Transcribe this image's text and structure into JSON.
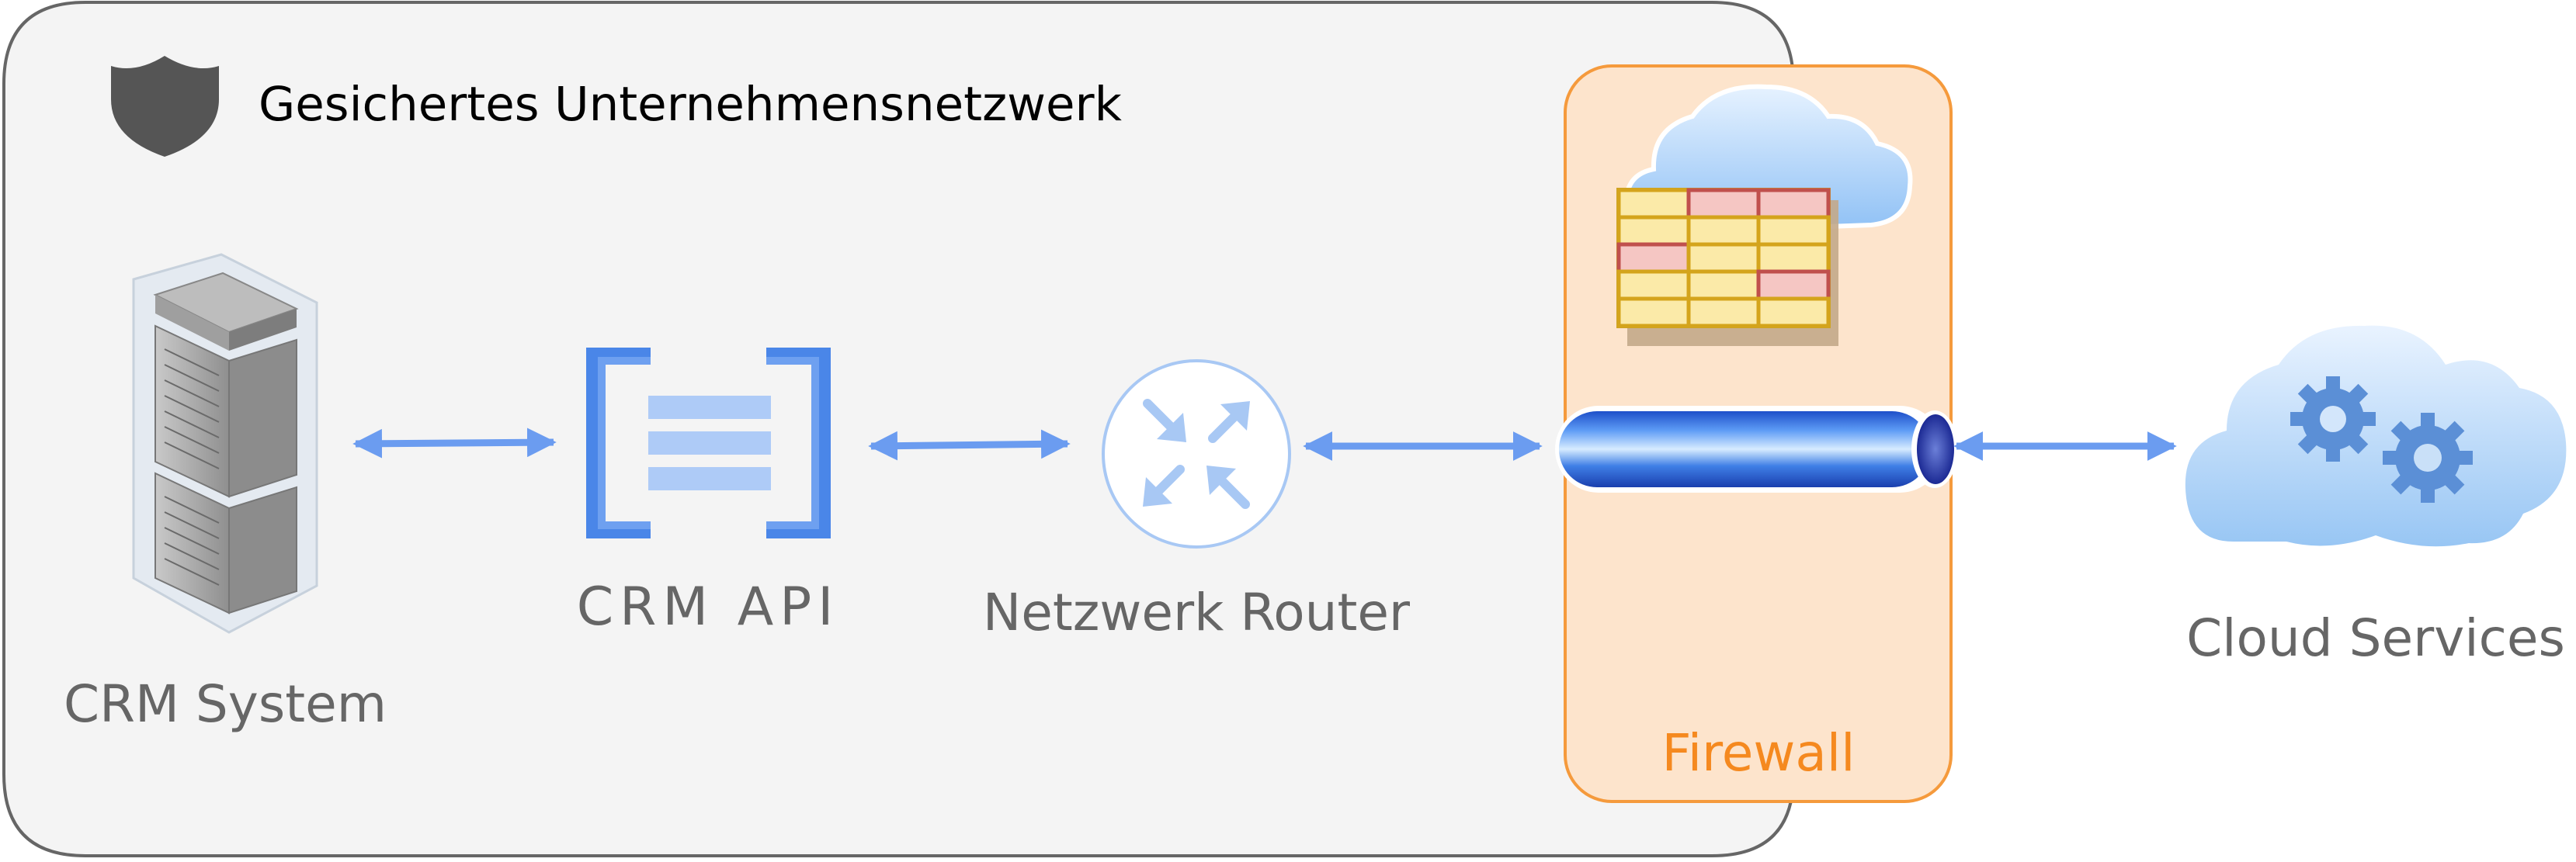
{
  "zone": {
    "title": "Gesichertes Unternehmensnetzwerk",
    "icon": "shield-icon"
  },
  "nodes": {
    "crm_system": {
      "label": "CRM System",
      "icon": "server-rack-icon"
    },
    "crm_api": {
      "label": "CRM API",
      "icon": "api-brackets-icon"
    },
    "router": {
      "label": "Netzwerk Router",
      "icon": "router-icon"
    },
    "firewall": {
      "label": "Firewall",
      "icon": "firewall-table-cloud-icon",
      "pipe_icon": "pipe-icon"
    },
    "cloud": {
      "label": "Cloud Services",
      "icon": "cloud-gears-icon"
    }
  },
  "colors": {
    "zone_fill": "#f4f4f4",
    "zone_stroke": "#666666",
    "label_text": "#666666",
    "arrow": "#6b9cf0",
    "firewall_fill": "#fde4cc",
    "firewall_stroke": "#f59a3c",
    "firewall_label": "#f5891f"
  }
}
